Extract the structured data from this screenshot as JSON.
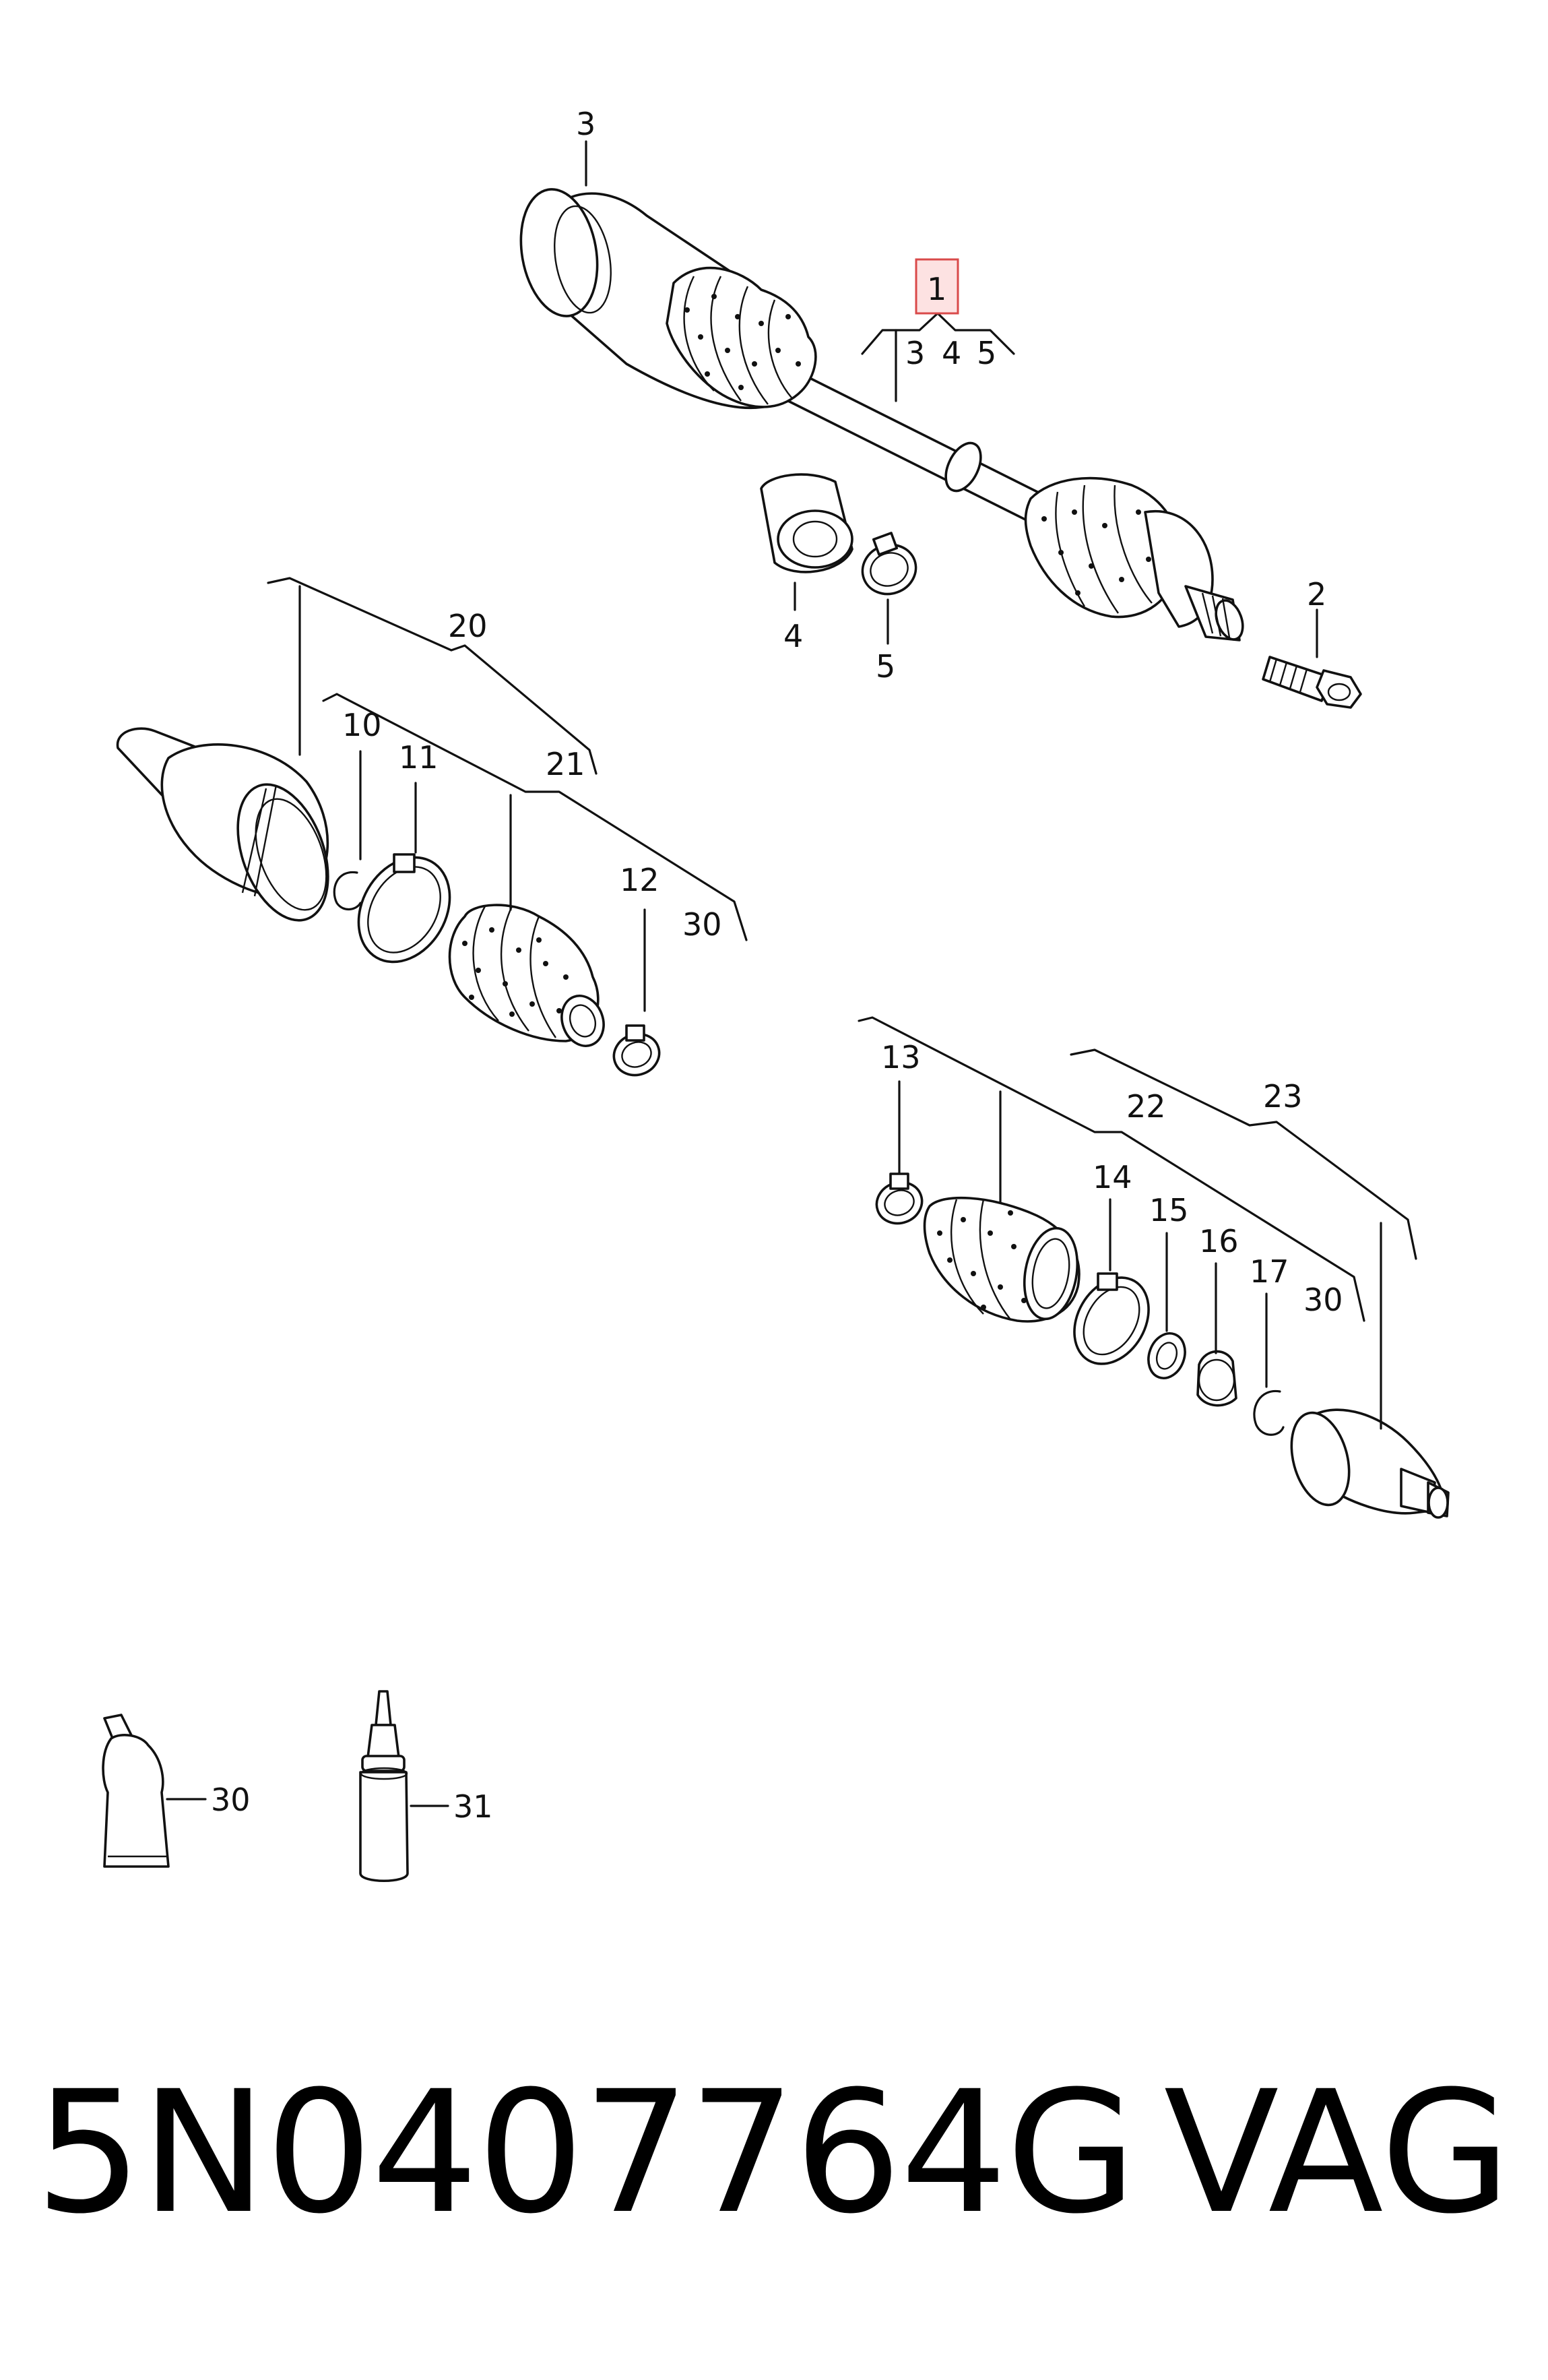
{
  "callouts": {
    "c1": "1",
    "c1_sub3": "3",
    "c1_sub4": "4",
    "c1_sub5": "5",
    "c2": "2",
    "c3": "3",
    "c4": "4",
    "c5": "5",
    "c10": "10",
    "c11": "11",
    "c12": "12",
    "c13": "13",
    "c14": "14",
    "c15": "15",
    "c16": "16",
    "c17": "17",
    "c20": "20",
    "c21": "21",
    "c22": "22",
    "c23": "23",
    "c30a": "30",
    "c30b": "30",
    "c30c": "30",
    "c31": "31"
  },
  "caption": {
    "part_number": "5N0407764G",
    "brand": "VAG"
  },
  "colors": {
    "line": "#111111",
    "highlight_fill": "#fde2e2",
    "highlight_stroke": "#d94a4a"
  },
  "icons": [
    "drive-shaft",
    "cv-joint",
    "rubber-boot",
    "hose-clamp",
    "circlip",
    "bolt",
    "grease-tube",
    "sealant-bottle"
  ]
}
